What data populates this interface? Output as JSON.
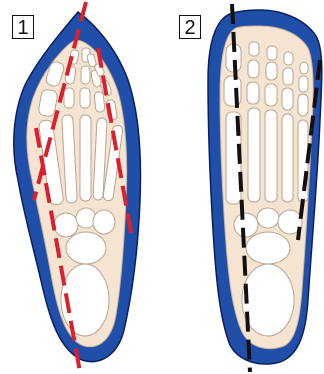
{
  "panels": [
    {
      "label": "1",
      "axis_line_color": "#d9202e",
      "axis_count": 2
    },
    {
      "label": "2",
      "axis_line_color": "#111111",
      "axis_count": 2
    }
  ],
  "colors": {
    "shoe_outline": "#1f4fa8",
    "shoe_edge": "#0b1f5e",
    "foot_skin": "#f6e4d2",
    "bones": "#ffffff",
    "bone_outline": "#b9a48f"
  },
  "icons": [
    "foot-skeleton",
    "shoe-sole-outline"
  ]
}
